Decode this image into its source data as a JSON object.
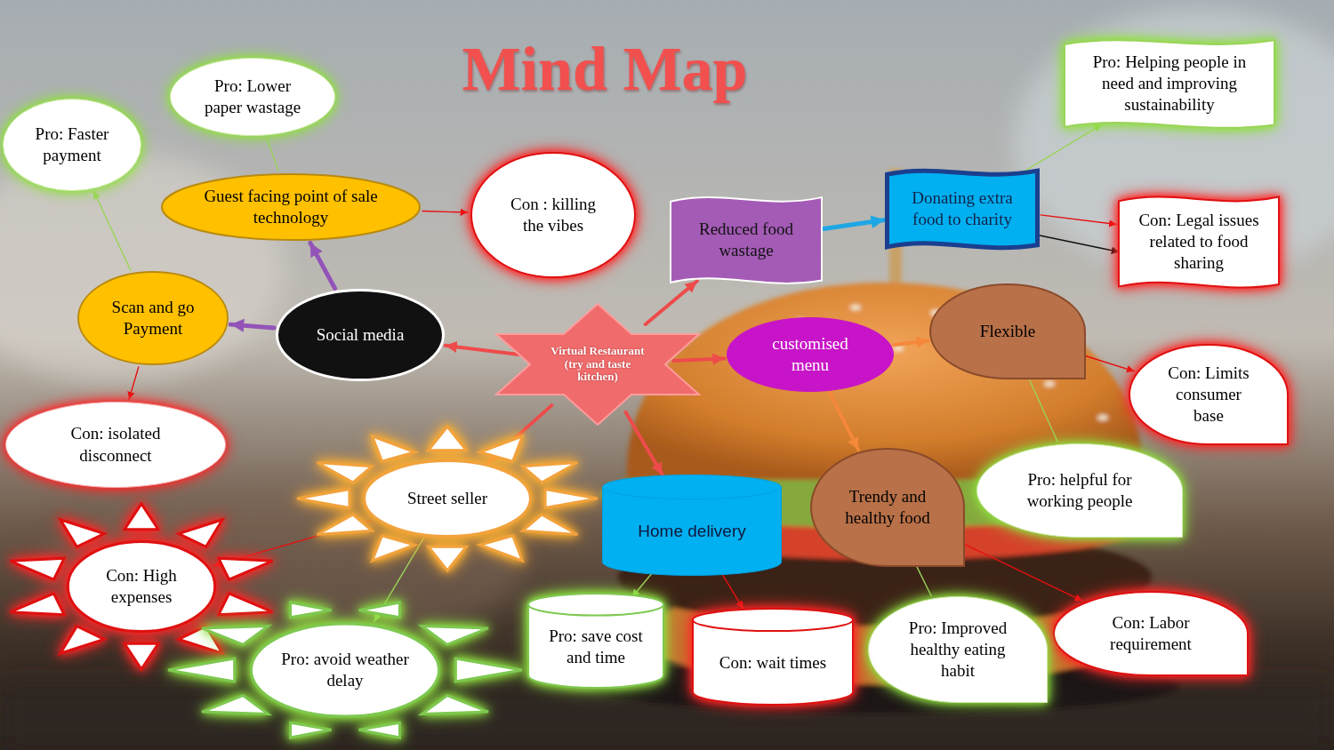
{
  "diagram": {
    "title": "Mind Map",
    "nodes": [
      {
        "text": [
          "Pro: Lower paper wastage"
        ]
      },
      {
        "text": [
          "Pro: Helping people in need and improving sustainability"
        ]
      },
      {
        "text": [
          "Pro: Faster payment"
        ]
      },
      {
        "text": [
          "Con : killing the vibes"
        ]
      },
      {
        "text": [
          "Donating extra food to charity"
        ]
      },
      {
        "text": [
          "Guest facing point of sale technology"
        ]
      },
      {
        "text": [
          "Con: Legal issues related to food sharing"
        ]
      },
      {
        "text": [
          "Reduced food wastage"
        ]
      },
      {
        "text": [
          "Scan and go Payment"
        ]
      },
      {
        "text": [
          "Flexible"
        ]
      },
      {
        "text": [
          "Social media"
        ]
      },
      {
        "text": [
          "customised menu"
        ]
      },
      {
        "text": [
          "Virtual Restaurant (try and taste kitchen)"
        ]
      },
      {
        "text": [
          "Con: Limits consumer base"
        ]
      },
      {
        "text": [
          "Con: isolated disconnect"
        ]
      },
      {
        "text": [
          "Pro: helpful for working people"
        ]
      },
      {
        "text": [
          "Street seller"
        ]
      },
      {
        "text": [
          "Trendy and healthy food"
        ]
      },
      {
        "text": [
          "Home delivery"
        ]
      },
      {
        "text": [
          "Con: High expenses"
        ]
      },
      {
        "text": [
          "Con: Labor requirement"
        ]
      },
      {
        "text": [
          "Pro: save cost and time"
        ]
      },
      {
        "text": [
          "Pro: Improved healthy eating habit"
        ]
      },
      {
        "text": [
          "Con: wait times"
        ]
      },
      {
        "text": [
          "Pro: avoid weather delay"
        ]
      }
    ],
    "edges": [
      {
        "from": 12,
        "to": 10,
        "arrow": "to"
      },
      {
        "from": 12,
        "to": 7,
        "arrow": "to"
      },
      {
        "from": 12,
        "to": 11,
        "arrow": "to"
      },
      {
        "from": 12,
        "to": 16,
        "arrow": "to"
      },
      {
        "from": 12,
        "to": 18,
        "arrow": "to"
      },
      {
        "from": 10,
        "to": 5,
        "arrow": "to"
      },
      {
        "from": 10,
        "to": 8,
        "arrow": "to"
      },
      {
        "from": 5,
        "to": 0,
        "arrow": "none"
      },
      {
        "from": 5,
        "to": 3,
        "arrow": "to"
      },
      {
        "from": 8,
        "to": 2,
        "arrow": "to"
      },
      {
        "from": 8,
        "to": 14,
        "arrow": "to"
      },
      {
        "from": 7,
        "to": 4,
        "arrow": "to"
      },
      {
        "from": 4,
        "to": 1,
        "arrow": "to"
      },
      {
        "from": 4,
        "to": 6,
        "arrow": "to"
      },
      {
        "from": 4,
        "to": 6,
        "arrow": "to"
      },
      {
        "from": 11,
        "to": 9,
        "arrow": "to"
      },
      {
        "from": 11,
        "to": 17,
        "arrow": "to"
      },
      {
        "from": 9,
        "to": 13,
        "arrow": "to"
      },
      {
        "from": 9,
        "to": 15,
        "arrow": "none"
      },
      {
        "from": 16,
        "to": 19,
        "arrow": "to"
      },
      {
        "from": 16,
        "to": 24,
        "arrow": "to"
      },
      {
        "from": 18,
        "to": 21,
        "arrow": "to"
      },
      {
        "from": 18,
        "to": 23,
        "arrow": "to"
      },
      {
        "from": 17,
        "to": 22,
        "arrow": "none"
      },
      {
        "from": 17,
        "to": 20,
        "arrow": "to"
      }
    ]
  }
}
